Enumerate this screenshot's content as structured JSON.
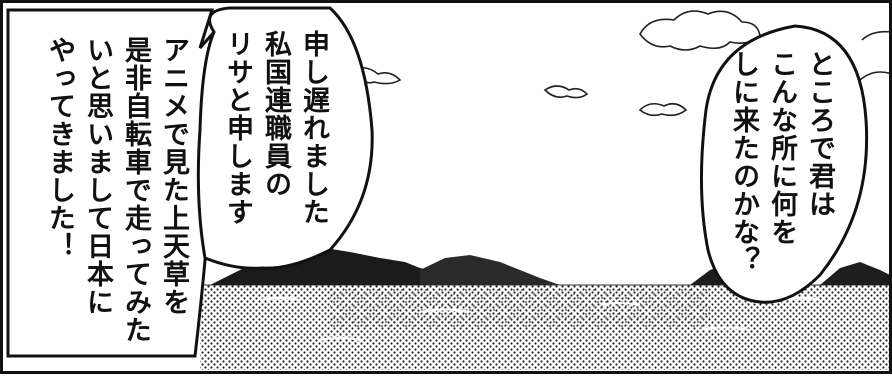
{
  "panel": {
    "bubble_left": {
      "lines": [
        "アニメで見た上天草を",
        "是非自転車で走ってみた",
        "いと思いまして日本に",
        "やってきました！"
      ]
    },
    "bubble_middle": {
      "lines": [
        "申し遅れました",
        "私国連職員の",
        "リサと申します"
      ]
    },
    "bubble_right": {
      "lines": [
        "ところで君は",
        "こんな所に何を",
        "しに来たのかな？"
      ]
    }
  }
}
